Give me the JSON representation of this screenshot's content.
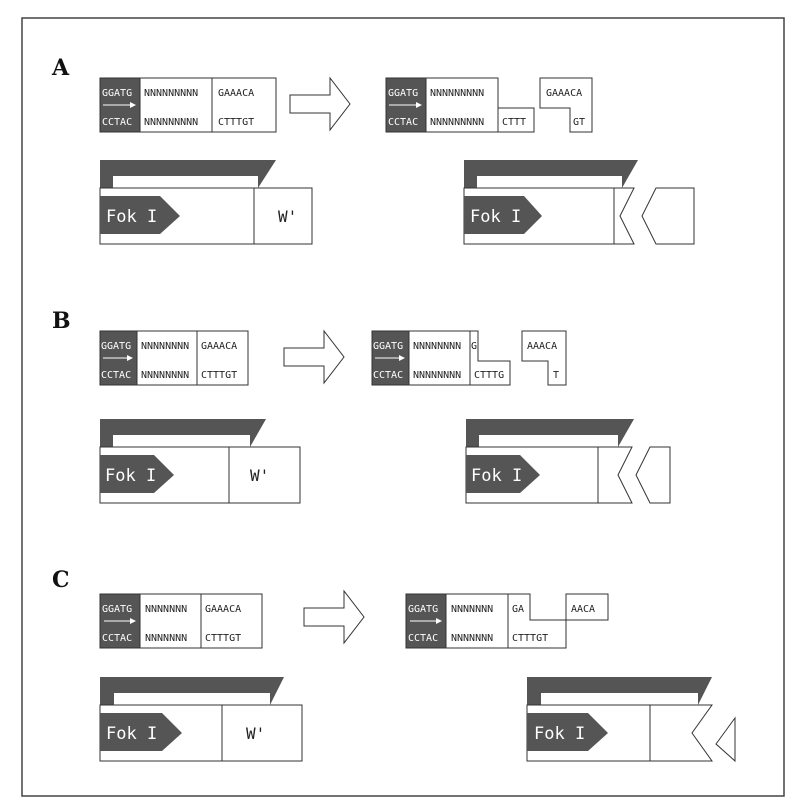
{
  "figure": {
    "colors": {
      "dark": "#555555",
      "line": "#333333",
      "frame": "#444444",
      "white": "#ffffff"
    },
    "labels": {
      "fok": "Fok I",
      "w_prime": "W'"
    },
    "panels": [
      {
        "id": "A",
        "label": "A",
        "before": {
          "site_top": "GGATG",
          "site_bottom": "CCTAC",
          "n_top": "NNNNNNNNN",
          "n_bottom": "NNNNNNNNN",
          "tail_top": "GAAACA",
          "tail_bottom": "CTTTGT"
        },
        "after": {
          "site_top": "GGATG",
          "site_bottom": "CCTAC",
          "n_top": "NNNNNNNNN",
          "n_bottom": "NNNNNNNNN",
          "left_end_bottom": "CTTT",
          "frag_top": "GAAACA",
          "frag_bottom": "GT"
        }
      },
      {
        "id": "B",
        "label": "B",
        "before": {
          "site_top": "GGATG",
          "site_bottom": "CCTAC",
          "n_top": "NNNNNNNN",
          "n_bottom": "NNNNNNNN",
          "tail_top": "GAAACA",
          "tail_bottom": "CTTTGT"
        },
        "after": {
          "site_top": "GGATG",
          "site_bottom": "CCTAC",
          "n_top": "NNNNNNNN",
          "n_bottom": "NNNNNNNN",
          "left_end_top": "G",
          "left_end_bottom": "CTTTG",
          "frag_top": "AAACA",
          "frag_bottom": "T"
        }
      },
      {
        "id": "C",
        "label": "C",
        "before": {
          "site_top": "GGATG",
          "site_bottom": "CCTAC",
          "n_top": "NNNNNNN",
          "n_bottom": "NNNNNNN",
          "tail_top": "GAAACA",
          "tail_bottom": "CTTTGT"
        },
        "after": {
          "site_top": "GGATG",
          "site_bottom": "CCTAC",
          "n_top": "NNNNNNN",
          "n_bottom": "NNNNNNN",
          "left_end_top": "GA",
          "left_end_bottom": "CTTTGT",
          "frag_top": "AACA"
        }
      }
    ]
  }
}
